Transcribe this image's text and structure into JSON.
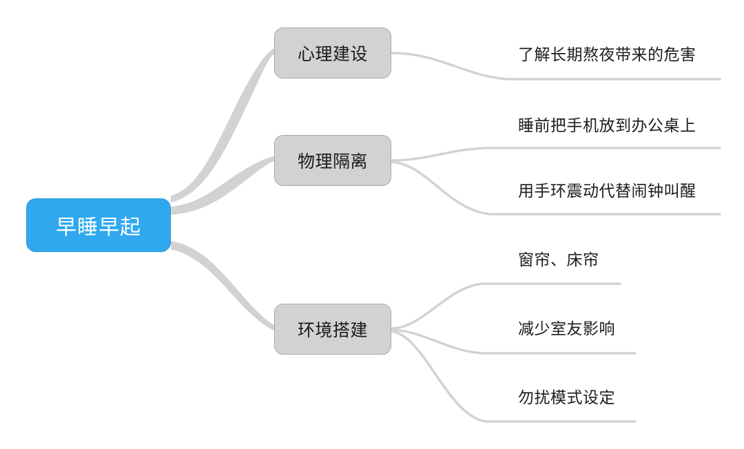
{
  "map": {
    "title": "早睡早起",
    "root": {
      "label": "早睡早起",
      "color": "#2fa8f0",
      "text_color": "#ffffff"
    },
    "branch_color": "#d2d2d2",
    "branch_border_color": "#a9a9a9",
    "connector_color": "#d2d2d2",
    "leaf_text_color": "#1c1c1c",
    "branches": [
      {
        "label": "心理建设",
        "leaves": [
          {
            "label": "了解长期熬夜带来的危害"
          }
        ]
      },
      {
        "label": "物理隔离",
        "leaves": [
          {
            "label": "睡前把手机放到办公桌上"
          },
          {
            "label": "用手环震动代替闹钟叫醒"
          }
        ]
      },
      {
        "label": "环境搭建",
        "leaves": [
          {
            "label": "窗帘、床帘"
          },
          {
            "label": "减少室友影响"
          },
          {
            "label": "勿扰模式设定"
          }
        ]
      }
    ]
  }
}
